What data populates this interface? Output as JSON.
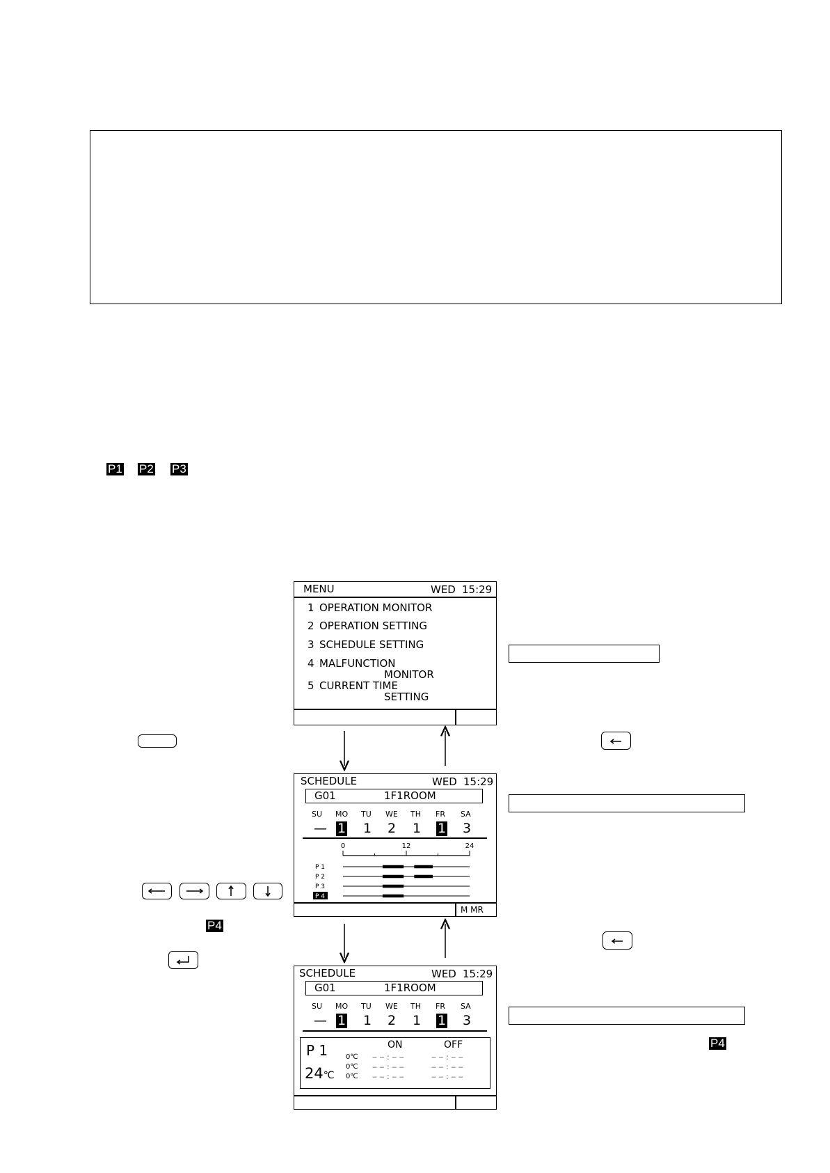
{
  "badges": [
    "P1",
    "P2",
    "P3"
  ],
  "badge_p4": "P4",
  "menu_screen": {
    "title": "MENU",
    "day": "WED",
    "time": "15:29",
    "items": [
      {
        "num": "1",
        "line1": "OPERATION  MONITOR",
        "line2": ""
      },
      {
        "num": "2",
        "line1": "OPERATION  SETTING",
        "line2": ""
      },
      {
        "num": "3",
        "line1": "SCHEDULE  SETTING",
        "line2": ""
      },
      {
        "num": "4",
        "line1": "MALFUNCTION",
        "line2": "MONITOR"
      },
      {
        "num": "5",
        "line1": "CURRENT  TIME",
        "line2": "SETTING"
      }
    ]
  },
  "schedule_screen": {
    "title": "SCHEDULE",
    "day": "WED",
    "time": "15:29",
    "group": "G01",
    "room": "1F1ROOM",
    "days": [
      {
        "label": "SU",
        "value": "—",
        "highlight": false
      },
      {
        "label": "MO",
        "value": "1",
        "highlight": true
      },
      {
        "label": "TU",
        "value": "1",
        "highlight": false
      },
      {
        "label": "WE",
        "value": "2",
        "highlight": false
      },
      {
        "label": "TH",
        "value": "1",
        "highlight": false
      },
      {
        "label": "FR",
        "value": "1",
        "highlight": true
      },
      {
        "label": "SA",
        "value": "3",
        "highlight": false
      }
    ],
    "axis_ticks": [
      "0",
      "12",
      "24"
    ],
    "programs": [
      {
        "label": "P 1",
        "selected": false,
        "bars": [
          [
            7.5,
            11.5
          ],
          [
            13.5,
            17.0
          ]
        ]
      },
      {
        "label": "P 2",
        "selected": false,
        "bars": [
          [
            7.5,
            11.5
          ],
          [
            13.5,
            17.0
          ]
        ]
      },
      {
        "label": "P 3",
        "selected": false,
        "bars": [
          [
            7.5,
            11.5
          ]
        ]
      },
      {
        "label": "P 4",
        "selected": true,
        "bars": [
          [
            7.5,
            11.5
          ]
        ]
      }
    ],
    "footer_right": "M   MR"
  },
  "detail_screen": {
    "title": "SCHEDULE",
    "day": "WED",
    "time": "15:29",
    "group": "G01",
    "room": "1F1ROOM",
    "program": "P 1",
    "temp": "24",
    "temp_unit": "℃",
    "on_label": "ON",
    "off_label": "OFF",
    "rows": [
      {
        "temp": "0℃",
        "on": "‒ ‒ : ‒ ‒",
        "off": "‒ ‒ : ‒ ‒"
      },
      {
        "temp": "0℃",
        "on": "‒ ‒ : ‒ ‒",
        "off": "‒ ‒ : ‒ ‒"
      },
      {
        "temp": "0℃",
        "on": "‒ ‒ : ‒ ‒",
        "off": "‒ ‒ : ‒ ‒"
      }
    ]
  }
}
